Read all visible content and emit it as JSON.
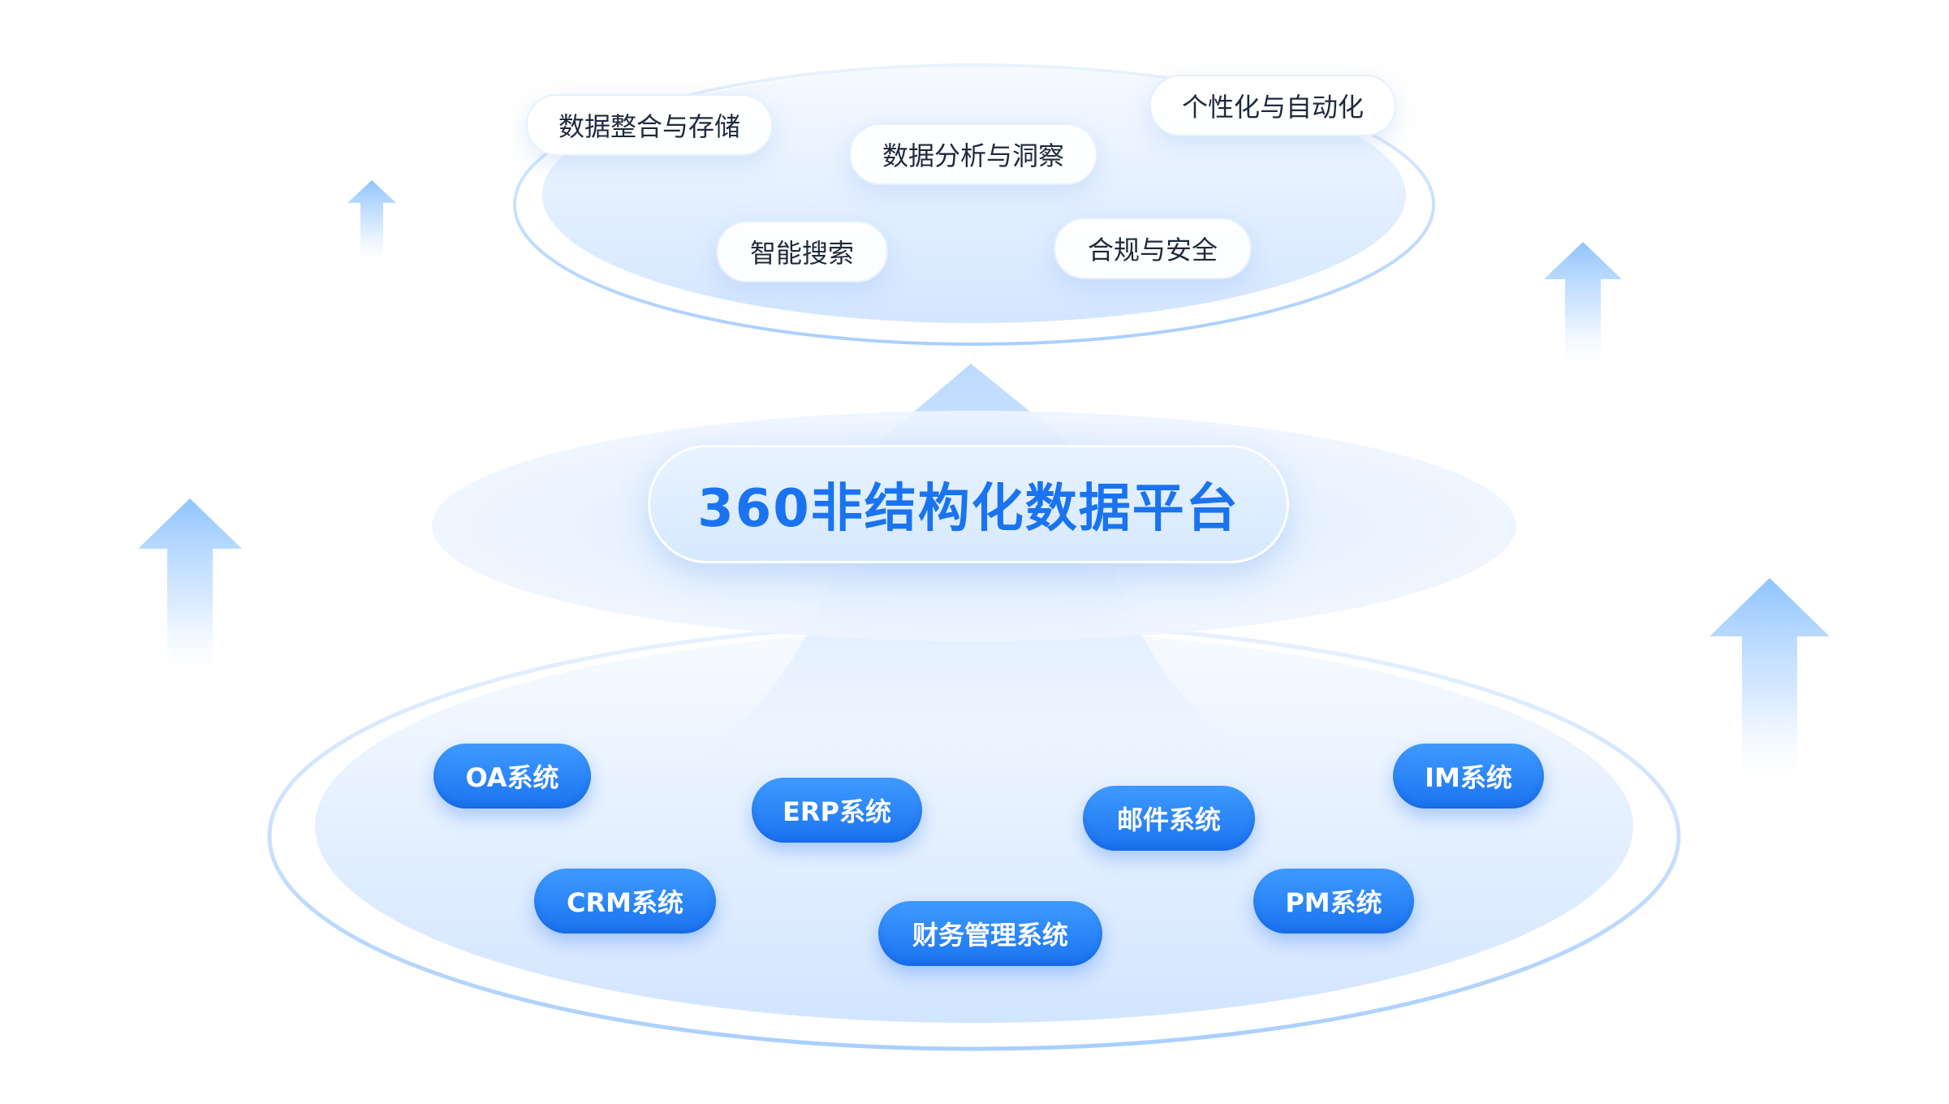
{
  "platform": {
    "title": "360非结构化数据平台"
  },
  "capabilities": {
    "data_integration": "数据整合与存储",
    "data_analysis": "数据分析与洞察",
    "personalization": "个性化与自动化",
    "smart_search": "智能搜索",
    "compliance": "合规与安全"
  },
  "systems": {
    "oa": "OA系统",
    "erp": "ERP系统",
    "mail": "邮件系统",
    "im": "IM系统",
    "crm": "CRM系统",
    "finance": "财务管理系统",
    "pm": "PM系统"
  },
  "colors": {
    "accent": "#1a73f0",
    "pill_blue_top": "#3f9bff",
    "pill_blue_bottom": "#1a73f0",
    "disc_light": "#e3efff",
    "arrow_blue": "#8fc4ff",
    "text_dark": "#1f2a3d"
  },
  "decorations": {
    "arrows": "up-arrow-icon"
  }
}
